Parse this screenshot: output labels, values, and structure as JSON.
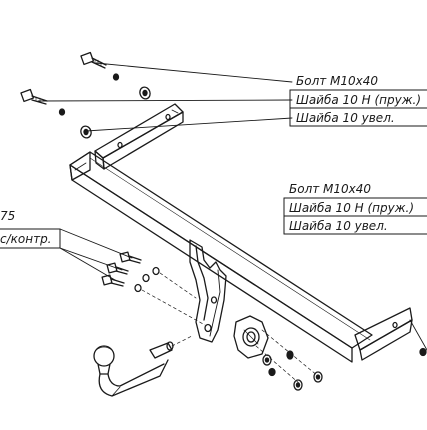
{
  "callout_top": {
    "line1": "Болт М10х40",
    "line2": "Шайба 10 Н (пруж.)",
    "line3": "Шайба 10 увел."
  },
  "callout_mid": {
    "line1": "Болт М10х40",
    "line2": "Шайба 10 Н (пруж.)",
    "line3": "Шайба 10 увел."
  },
  "callout_left": {
    "line1": "75",
    "line2": "с/контр."
  }
}
